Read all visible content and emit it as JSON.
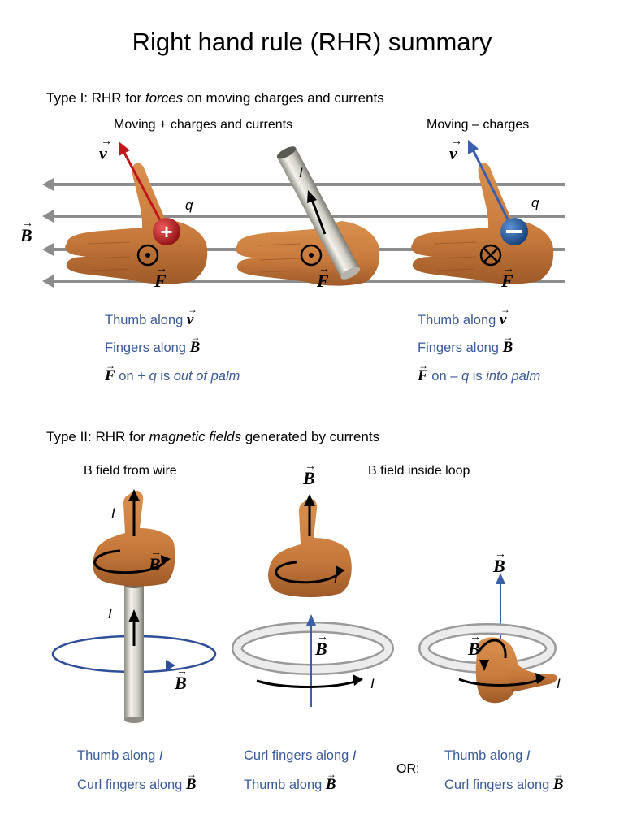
{
  "title": "Right hand rule (RHR) summary",
  "type1": {
    "pre": "Type I: RHR for ",
    "em": "forces",
    "post": " on moving charges and currents",
    "left_subtitle": "Moving + charges and currents",
    "right_subtitle": "Moving – charges",
    "labels": {
      "v": "v",
      "q": "q",
      "B": "B",
      "F": "F",
      "I": "I",
      "plus": "+",
      "minus": "–"
    },
    "left_rules": {
      "thumb": "Thumb along ",
      "fingers": "Fingers along ",
      "force_pre": " on + ",
      "force_q": "q",
      "force_mid": " is ",
      "force_em": "out of palm"
    },
    "right_rules": {
      "thumb": "Thumb along ",
      "fingers": "Fingers along ",
      "force_pre": " on – ",
      "force_q": "q",
      "force_mid": " is ",
      "force_em": "into palm"
    }
  },
  "type2": {
    "pre": "Type II: RHR for ",
    "em": "magnetic fields",
    "post": " generated by currents",
    "wire_subtitle": "B field from wire",
    "loop_subtitle": "B field inside loop",
    "labels": {
      "I": "I",
      "B": "B"
    },
    "col1": {
      "thumb": "Thumb along ",
      "thumb_sym": "I",
      "curl": "Curl fingers along "
    },
    "col2": {
      "curl": "Curl fingers along ",
      "curl_sym": "I",
      "thumb": "Thumb along "
    },
    "or": "OR:",
    "col3": {
      "thumb": "Thumb along ",
      "thumb_sym": "I",
      "curl": "Curl fingers along "
    }
  },
  "colors": {
    "rule_text": "#3b5a9a",
    "field_lines": "#8c8c8c",
    "velocity_positive": "#c0161c",
    "velocity_negative": "#3b5fa8",
    "hand": "#c87a3c",
    "loop_ring": "#d8d8d8",
    "wire_field": "#2f4f9a"
  },
  "icons": {
    "out_of_page": "dot-in-circle-icon",
    "into_page": "cross-in-circle-icon",
    "positive_charge": "plus-charge-icon",
    "negative_charge": "minus-charge-icon"
  }
}
